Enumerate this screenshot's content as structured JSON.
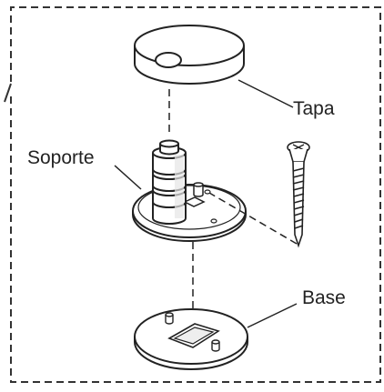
{
  "labels": {
    "tapa": "Tapa",
    "soporte": "Soporte",
    "base": "Base"
  },
  "colors": {
    "line": "#222222",
    "fill": "#ffffff",
    "shade": "#e8e8e8"
  }
}
